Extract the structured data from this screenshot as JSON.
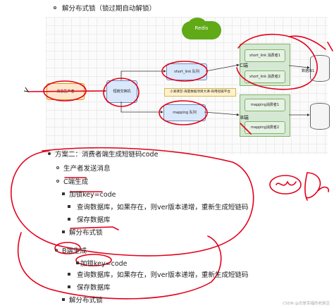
{
  "top_item": "解分布式锁（锁过期自动解锁）",
  "diagram": {
    "cloud": "Redis",
    "producer": "消息生产者",
    "exchange": "短链交换机",
    "short_queue": "short_link 队列",
    "mapping_queue": "mapping 队列",
    "c_label": "C端",
    "b_label": "B端",
    "c_consumer1": "short_link 消费者1",
    "c_consumer2": "short_link 消费者2",
    "b_consumer1": "mapping消费者1",
    "b_consumer2": "mapping消费者2",
    "db": "数据库1",
    "banner": "小滴课堂-海量数据项目大课-商用短链平台"
  },
  "plan": {
    "title": "方案二：消费者端生成短链码code",
    "step1": "生产者发送消息",
    "c_side": "C端生成",
    "c_lock": "加锁key=code",
    "c_query": "查询数据库，如果存在，则ver版本递增，重新生成短链码",
    "c_save": "保存数据库",
    "c_unlock": "解分布式锁",
    "b_side": "B端生成",
    "b_lock": "加锁key=code",
    "b_query": "查询数据库，如果存在，则ver版本递增，重新生成短链码",
    "b_save": "保存数据库",
    "b_unlock": "解分布式锁"
  },
  "watermark": "CSDN @总是幸福的老豌豆"
}
